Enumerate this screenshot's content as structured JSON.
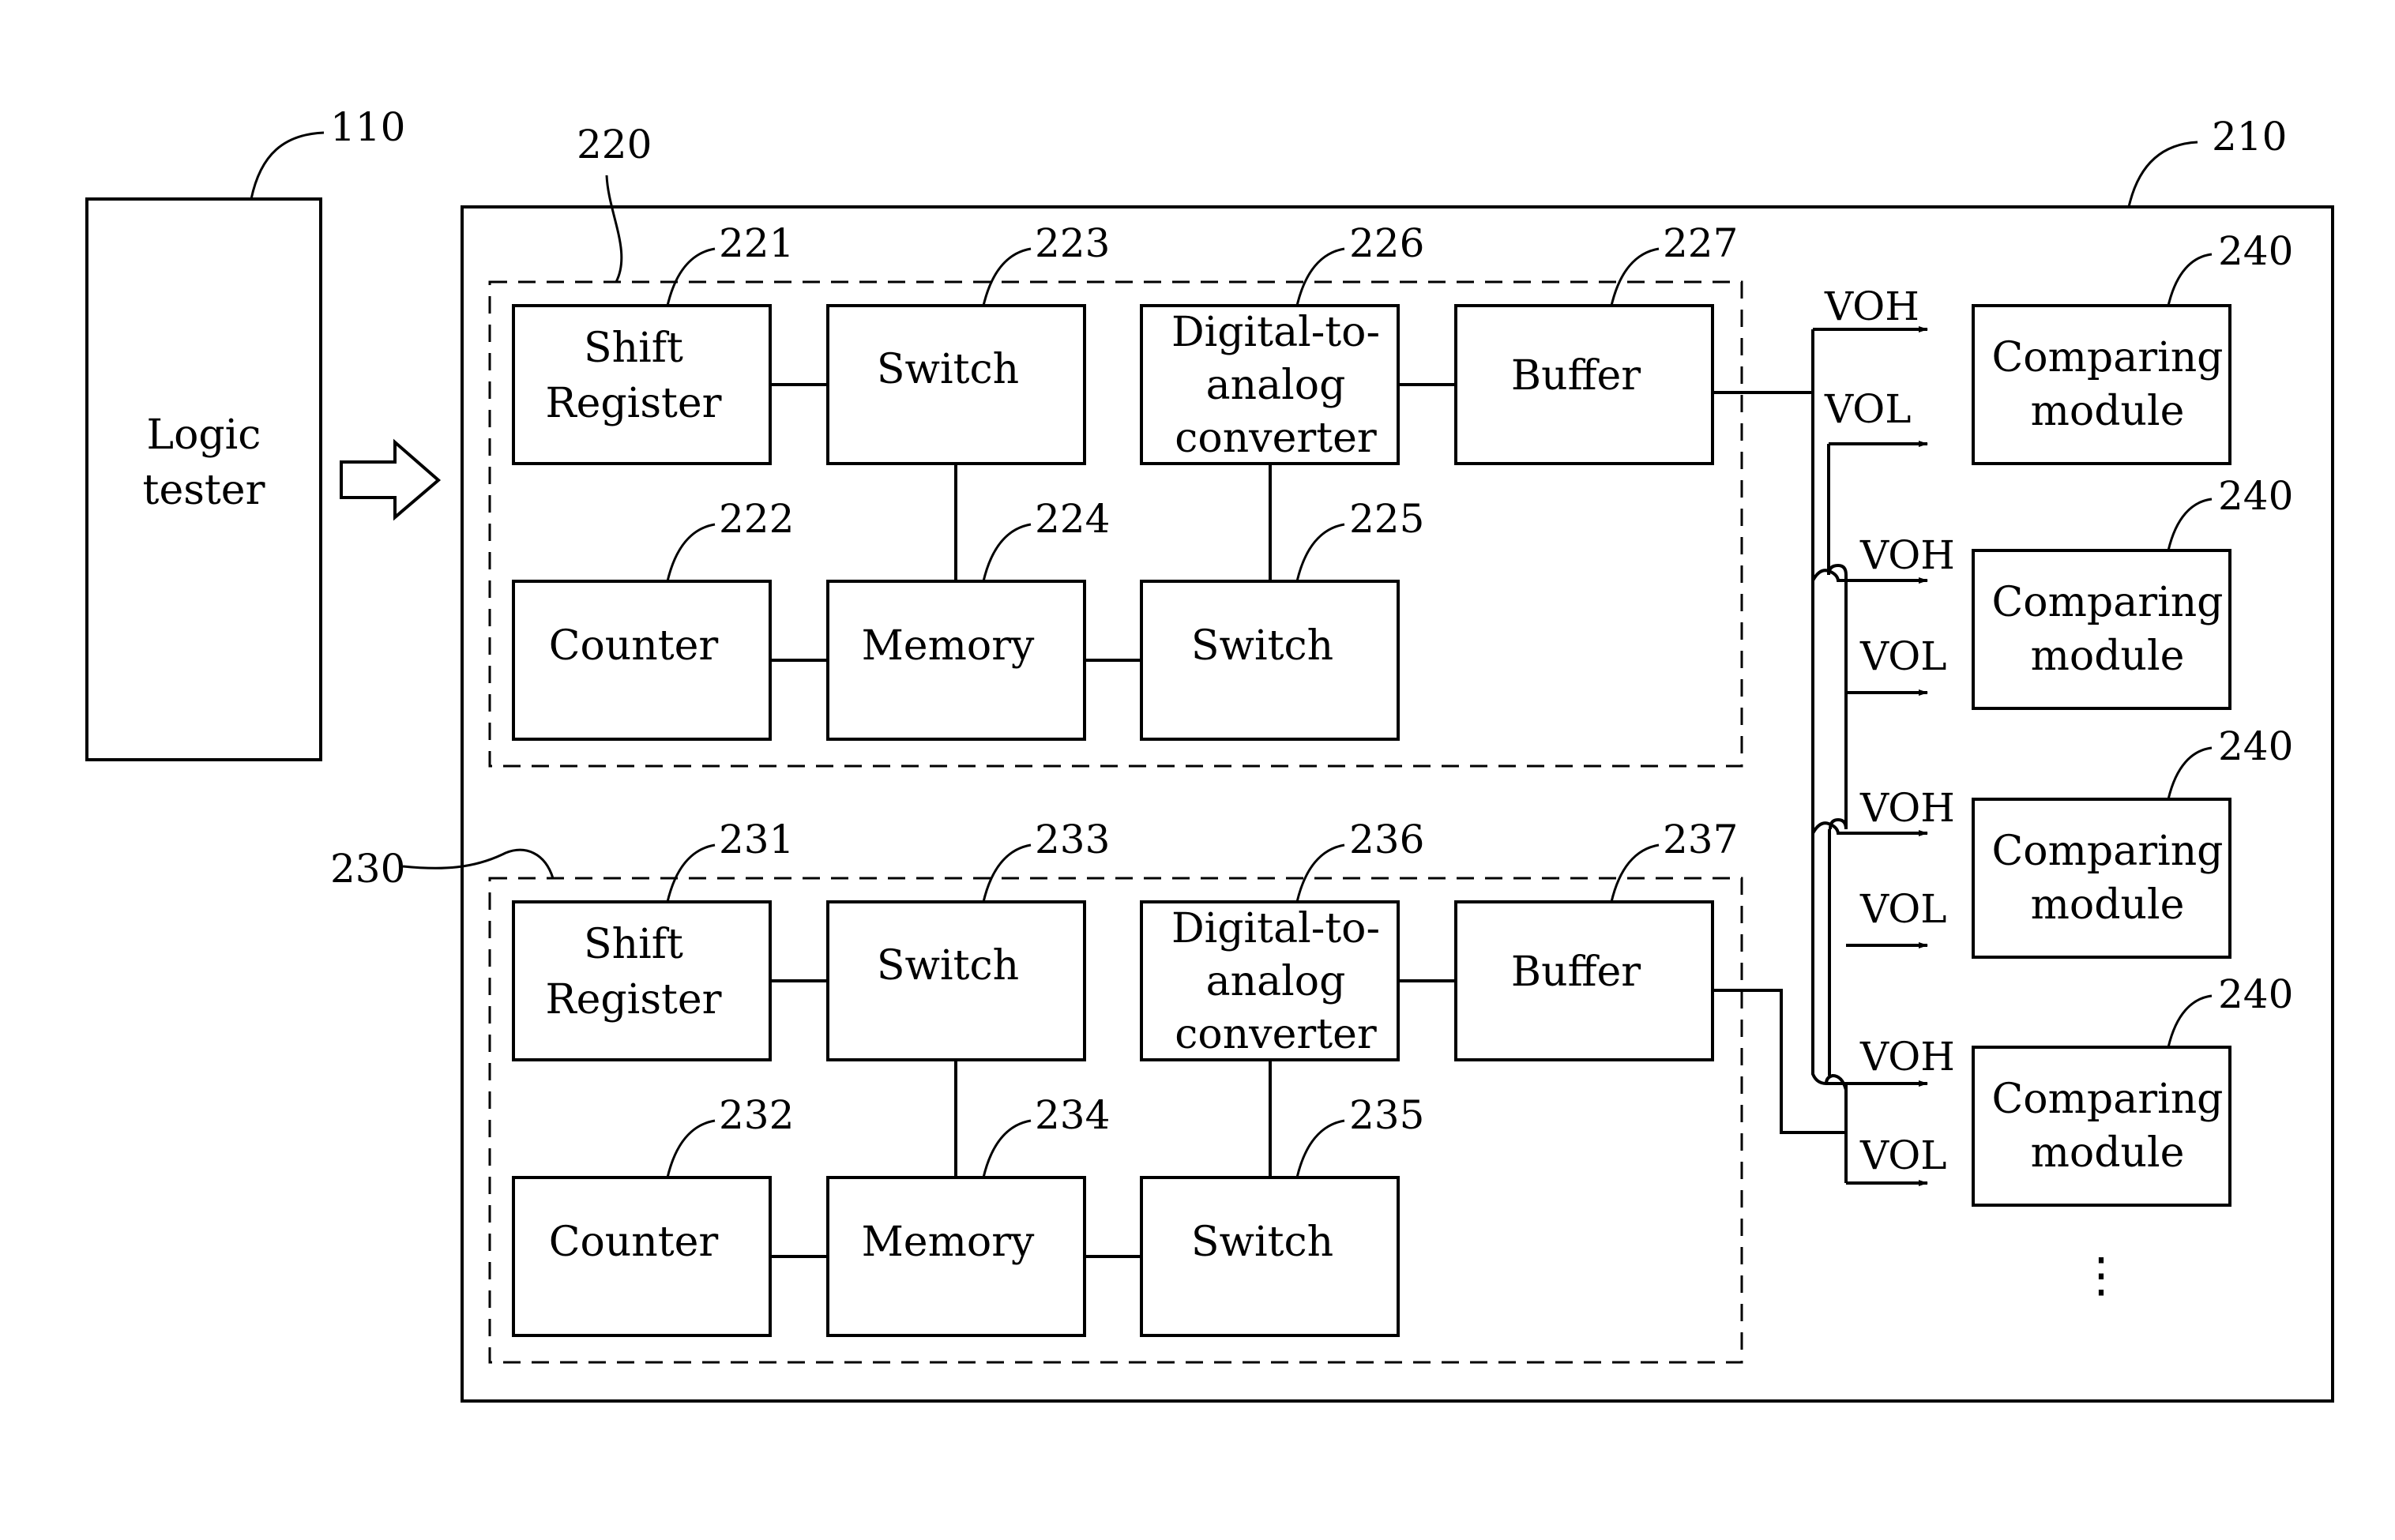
{
  "logic_tester": {
    "label_line1": "Logic",
    "label_line2": "tester",
    "ref": "110"
  },
  "main_board": {
    "ref": "210"
  },
  "group_top": {
    "ref": "220",
    "shift_register": {
      "line1": "Shift",
      "line2": "Register",
      "ref": "221"
    },
    "counter": {
      "label": "Counter",
      "ref": "222"
    },
    "switch_top": {
      "label": "Switch",
      "ref": "223"
    },
    "memory": {
      "label": "Memory",
      "ref": "224"
    },
    "switch_bottom": {
      "label": "Switch",
      "ref": "225"
    },
    "dac": {
      "line1": "Digital-to-",
      "line2": "analog",
      "line3": "converter",
      "ref": "226"
    },
    "buffer": {
      "label": "Buffer",
      "ref": "227"
    }
  },
  "group_bottom": {
    "ref": "230",
    "shift_register": {
      "line1": "Shift",
      "line2": "Register",
      "ref": "231"
    },
    "counter": {
      "label": "Counter",
      "ref": "232"
    },
    "switch_top": {
      "label": "Switch",
      "ref": "233"
    },
    "memory": {
      "label": "Memory",
      "ref": "234"
    },
    "switch_bottom": {
      "label": "Switch",
      "ref": "235"
    },
    "dac": {
      "line1": "Digital-to-",
      "line2": "analog",
      "line3": "converter",
      "ref": "236"
    },
    "buffer": {
      "label": "Buffer",
      "ref": "237"
    }
  },
  "signals": {
    "voh": "VOH",
    "vol": "VOL"
  },
  "comparing_modules": [
    {
      "line1": "Comparing",
      "line2": "module",
      "ref": "240"
    },
    {
      "line1": "Comparing",
      "line2": "module",
      "ref": "240"
    },
    {
      "line1": "Comparing",
      "line2": "module",
      "ref": "240"
    },
    {
      "line1": "Comparing",
      "line2": "module",
      "ref": "240"
    }
  ],
  "continuation": "⋮"
}
